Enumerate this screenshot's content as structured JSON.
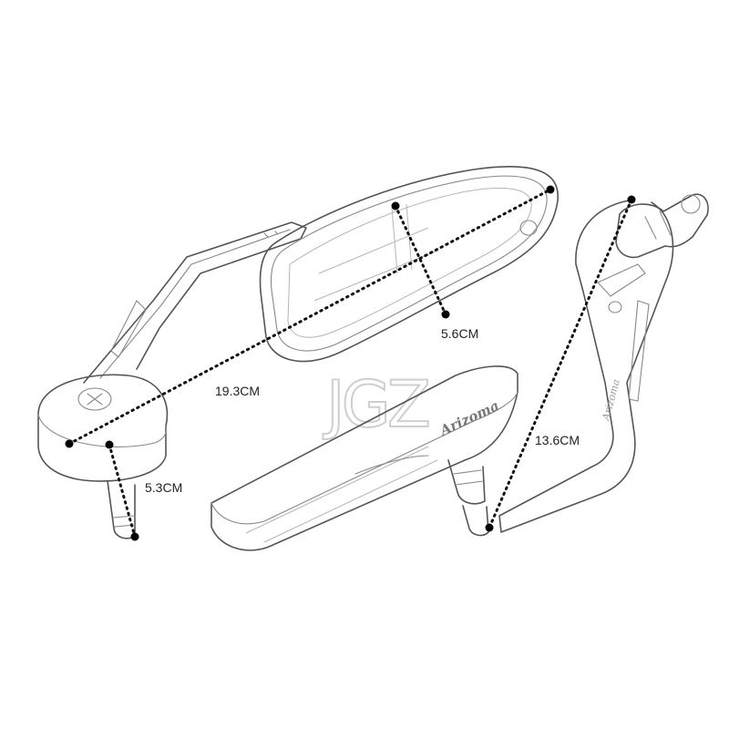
{
  "watermark": "JGZ",
  "brand": "Arizoma",
  "brand_small": "Arizoma",
  "dimensions": {
    "diagonal": "19.3CM",
    "mirror_height": "5.6CM",
    "end_cap": "5.3CM",
    "right_arm": "13.6CM"
  }
}
